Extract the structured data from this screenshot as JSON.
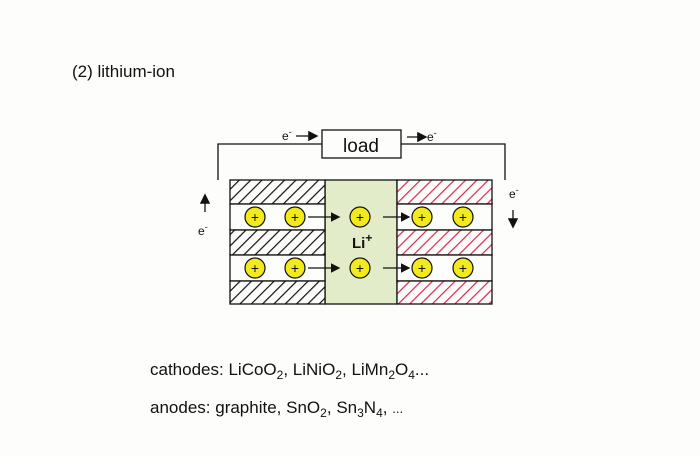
{
  "title": "(2) lithium-ion",
  "diagram": {
    "load_label": "load",
    "electron": "e",
    "electron_charge": "-",
    "ion_label": "Li",
    "ion_charge": "+",
    "ion_symbol": "+"
  },
  "colors": {
    "ion_fill": "#f3ea1c",
    "electrolyte": "#e3ecc9",
    "anode_hatch": "#111111",
    "cathode_hatch": "#d8284e"
  },
  "footer": {
    "cathodes_label": "cathodes:",
    "cathode_1": [
      "LiCoO",
      "2"
    ],
    "cathode_2": [
      "LiNiO",
      "2"
    ],
    "cathode_3": [
      "LiMn",
      "2",
      "O",
      "4"
    ],
    "cathodes_more": "...",
    "anodes_label": "anodes:",
    "anode_1": "graphite,",
    "anode_2": [
      "SnO",
      "2"
    ],
    "anode_3": [
      "Sn",
      "3",
      "N",
      "4"
    ],
    "anodes_more": "..."
  }
}
